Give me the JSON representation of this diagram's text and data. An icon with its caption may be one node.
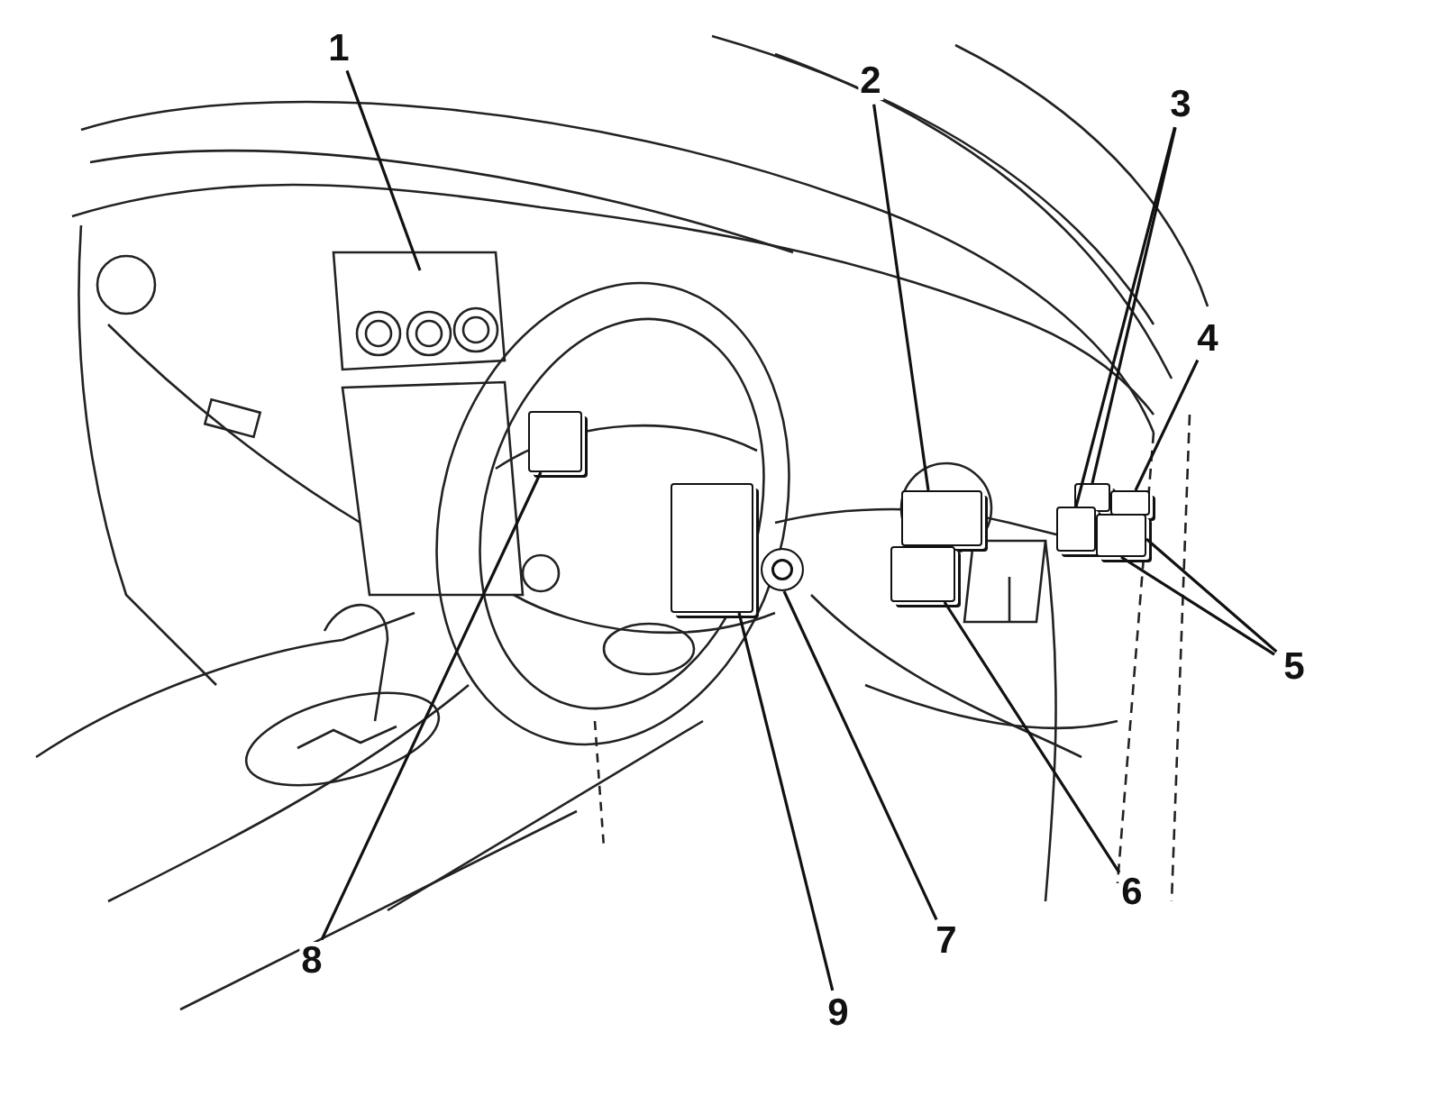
{
  "diagram": {
    "nodes": [
      {
        "text": [
          "1"
        ]
      },
      {
        "text": [
          "2"
        ]
      },
      {
        "text": [
          "3"
        ]
      },
      {
        "text": [
          "4"
        ]
      },
      {
        "text": [
          "5"
        ]
      },
      {
        "text": [
          "6"
        ]
      },
      {
        "text": [
          "7"
        ]
      },
      {
        "text": [
          "8"
        ]
      },
      {
        "text": [
          "9"
        ]
      },
      {
        "text": [],
        "shape": "box"
      },
      {
        "text": [],
        "shape": "box"
      },
      {
        "text": [],
        "shape": "circle"
      },
      {
        "text": [],
        "shape": "box"
      },
      {
        "text": [],
        "shape": "box"
      },
      {
        "text": [],
        "shape": "box"
      },
      {
        "text": [],
        "shape": "box"
      },
      {
        "text": [],
        "shape": "box"
      },
      {
        "text": [],
        "shape": "box"
      }
    ],
    "edges": [
      {
        "from": 0,
        "to": null,
        "arrow": "none"
      },
      {
        "from": 1,
        "to": 12,
        "arrow": "none"
      },
      {
        "from": 2,
        "to": 14,
        "arrow": "none"
      },
      {
        "from": 2,
        "to": 15,
        "arrow": "none"
      },
      {
        "from": 3,
        "to": 16,
        "arrow": "none"
      },
      {
        "from": 4,
        "to": 17,
        "arrow": "none"
      },
      {
        "from": 4,
        "to": 17,
        "arrow": "none"
      },
      {
        "from": 5,
        "to": 13,
        "arrow": "none"
      },
      {
        "from": 6,
        "to": 11,
        "arrow": "none"
      },
      {
        "from": 7,
        "to": 9,
        "arrow": "none"
      },
      {
        "from": 8,
        "to": 10,
        "arrow": "none"
      }
    ]
  }
}
